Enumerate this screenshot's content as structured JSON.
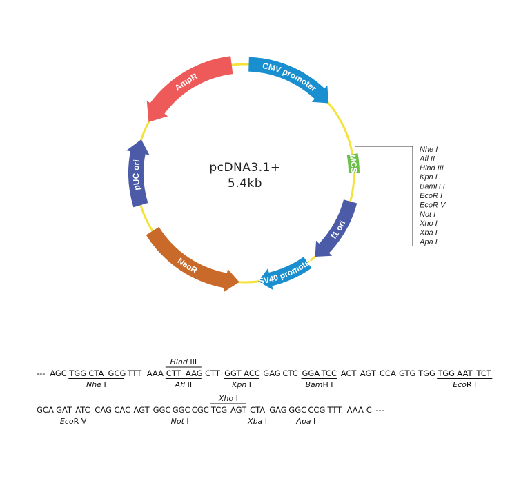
{
  "plasmid": {
    "name": "pcDNA3.1+",
    "size": "5.4kb",
    "backbone_color": "#f5e23a",
    "features": [
      {
        "id": "cmv",
        "label": "CMV promoter",
        "color": "#1a8fcf",
        "start": 2,
        "end": 50,
        "dir": "cw",
        "width": 21,
        "textScale": 0.82
      },
      {
        "id": "mcs",
        "label": "MCS",
        "color": "#6cc04a",
        "start": 80,
        "end": 90,
        "dir": "none",
        "width": 16,
        "textScale": 0.78
      },
      {
        "id": "f1",
        "label": "f1 ori",
        "color": "#4b5ba8",
        "start": 105,
        "end": 140,
        "dir": "cw",
        "width": 20,
        "textScale": 1
      },
      {
        "id": "sv40",
        "label": "SV40 promoter",
        "color": "#1a8fcf",
        "start": 145,
        "end": 173,
        "dir": "cw",
        "width": 20,
        "textScale": 0.8
      },
      {
        "id": "neor",
        "label": "NeoR",
        "color": "#c96a2a",
        "start": 183,
        "end": 238,
        "dir": "ccw",
        "width": 22,
        "textScale": 1
      },
      {
        "id": "puc",
        "label": "pUC ori",
        "color": "#4b5ba8",
        "start": 253,
        "end": 288,
        "dir": "cw",
        "width": 22,
        "textScale": 1
      },
      {
        "id": "ampr",
        "label": "AmpR",
        "color": "#ee5a5a",
        "start": 298,
        "end": 353,
        "dir": "ccw",
        "width": 26,
        "textScale": 1.1
      }
    ]
  },
  "mcs_sites": [
    "Nhe I",
    "Afl II",
    "Hind III",
    "Kpn I",
    "BamH I",
    "EcoR I",
    "EcoR V",
    "Not I",
    "Xho I",
    "Xba I",
    "Apa I"
  ],
  "sequence": {
    "line1": [
      "---",
      "AGC",
      "TGG",
      "CTA",
      "GCG",
      "TTT",
      "AAA",
      "CTT",
      "AAG",
      "CTT",
      "GGT",
      "ACC",
      "GAG",
      "CTC",
      "GGA",
      "TCC",
      "ACT",
      "AGT",
      "CCA",
      "GTG",
      "TGG",
      "TGG",
      "AAT",
      "TCT"
    ],
    "line2": [
      "GCA",
      "GAT",
      "ATC",
      "CAG",
      "CAC",
      "AGT",
      "GGC",
      "GGC",
      "CGC",
      "TCG",
      "AGT",
      "CTA",
      "GAG",
      "GGC",
      "CCG",
      "TTT",
      "AAA",
      "C",
      "---"
    ],
    "line1_sites": [
      {
        "name": "Nhe I",
        "italic": "Nhe",
        "rest": " I",
        "from": 2,
        "to": 4,
        "pos": "below"
      },
      {
        "name": "Afl II",
        "italic": "Afl",
        "rest": " II",
        "from": 7,
        "to": 8,
        "pos": "below"
      },
      {
        "name": "Hind III",
        "italic": "Hind",
        "rest": " III",
        "from": 7,
        "to": 8,
        "pos": "above"
      },
      {
        "name": "Kpn I",
        "italic": "Kpn",
        "rest": " I",
        "from": 10,
        "to": 11,
        "pos": "below"
      },
      {
        "name": "BamH I",
        "italic": "Bam",
        "rest": "H I",
        "from": 14,
        "to": 15,
        "pos": "below"
      },
      {
        "name": "EcoR I",
        "italic": "Eco",
        "rest": "R I",
        "from": 21,
        "to": 23,
        "pos": "below"
      }
    ],
    "line2_sites": [
      {
        "name": "EcoR V",
        "italic": "Eco",
        "rest": "R V",
        "from": 1,
        "to": 2,
        "pos": "below"
      },
      {
        "name": "Not I",
        "italic": "Not",
        "rest": " I",
        "from": 6,
        "to": 8,
        "pos": "below"
      },
      {
        "name": "Xho I",
        "italic": "Xho",
        "rest": " I",
        "from": 9,
        "to": 10,
        "pos": "above"
      },
      {
        "name": "Xba I",
        "italic": "Xba",
        "rest": " I",
        "from": 10,
        "to": 12,
        "pos": "below"
      },
      {
        "name": "Apa I",
        "italic": "Apa",
        "rest": " I",
        "from": 13,
        "to": 14,
        "pos": "below"
      }
    ]
  }
}
